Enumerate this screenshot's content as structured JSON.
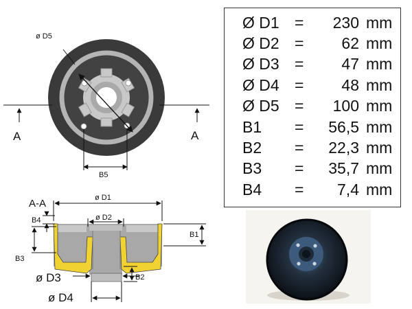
{
  "labels": {
    "d5": "ø D5",
    "a_left": "A",
    "a_right": "A",
    "b5": "B5",
    "section": "A-A",
    "d1": "ø D1",
    "d2": "ø D2",
    "b1": "B1",
    "b2": "B2",
    "b3": "B3",
    "b4": "B4",
    "d3": "ø D3",
    "d4": "ø D4"
  },
  "specs": [
    {
      "label": "Ø D1",
      "eq": "=",
      "value": "230",
      "unit": "mm"
    },
    {
      "label": "Ø D2",
      "eq": "=",
      "value": "62",
      "unit": "mm"
    },
    {
      "label": "Ø D3",
      "eq": "=",
      "value": "47",
      "unit": "mm"
    },
    {
      "label": "Ø D4",
      "eq": "=",
      "value": "48",
      "unit": "mm"
    },
    {
      "label": "Ø D5",
      "eq": "=",
      "value": "100",
      "unit": "mm"
    },
    {
      "label": "B1",
      "eq": "=",
      "value": "56,5",
      "unit": "mm"
    },
    {
      "label": "B2",
      "eq": "=",
      "value": "22,3",
      "unit": "mm"
    },
    {
      "label": "B3",
      "eq": "=",
      "value": "35,7",
      "unit": "mm"
    },
    {
      "label": "B4",
      "eq": "=",
      "value": "7,4",
      "unit": "mm"
    }
  ],
  "colors": {
    "drum_dark": "#3a3a3a",
    "drum_ring": "#b4b4b4",
    "section_fill": "#a8a8a8",
    "hatch_yellow": "#f0d233",
    "photo_drum": "#1c2430"
  }
}
